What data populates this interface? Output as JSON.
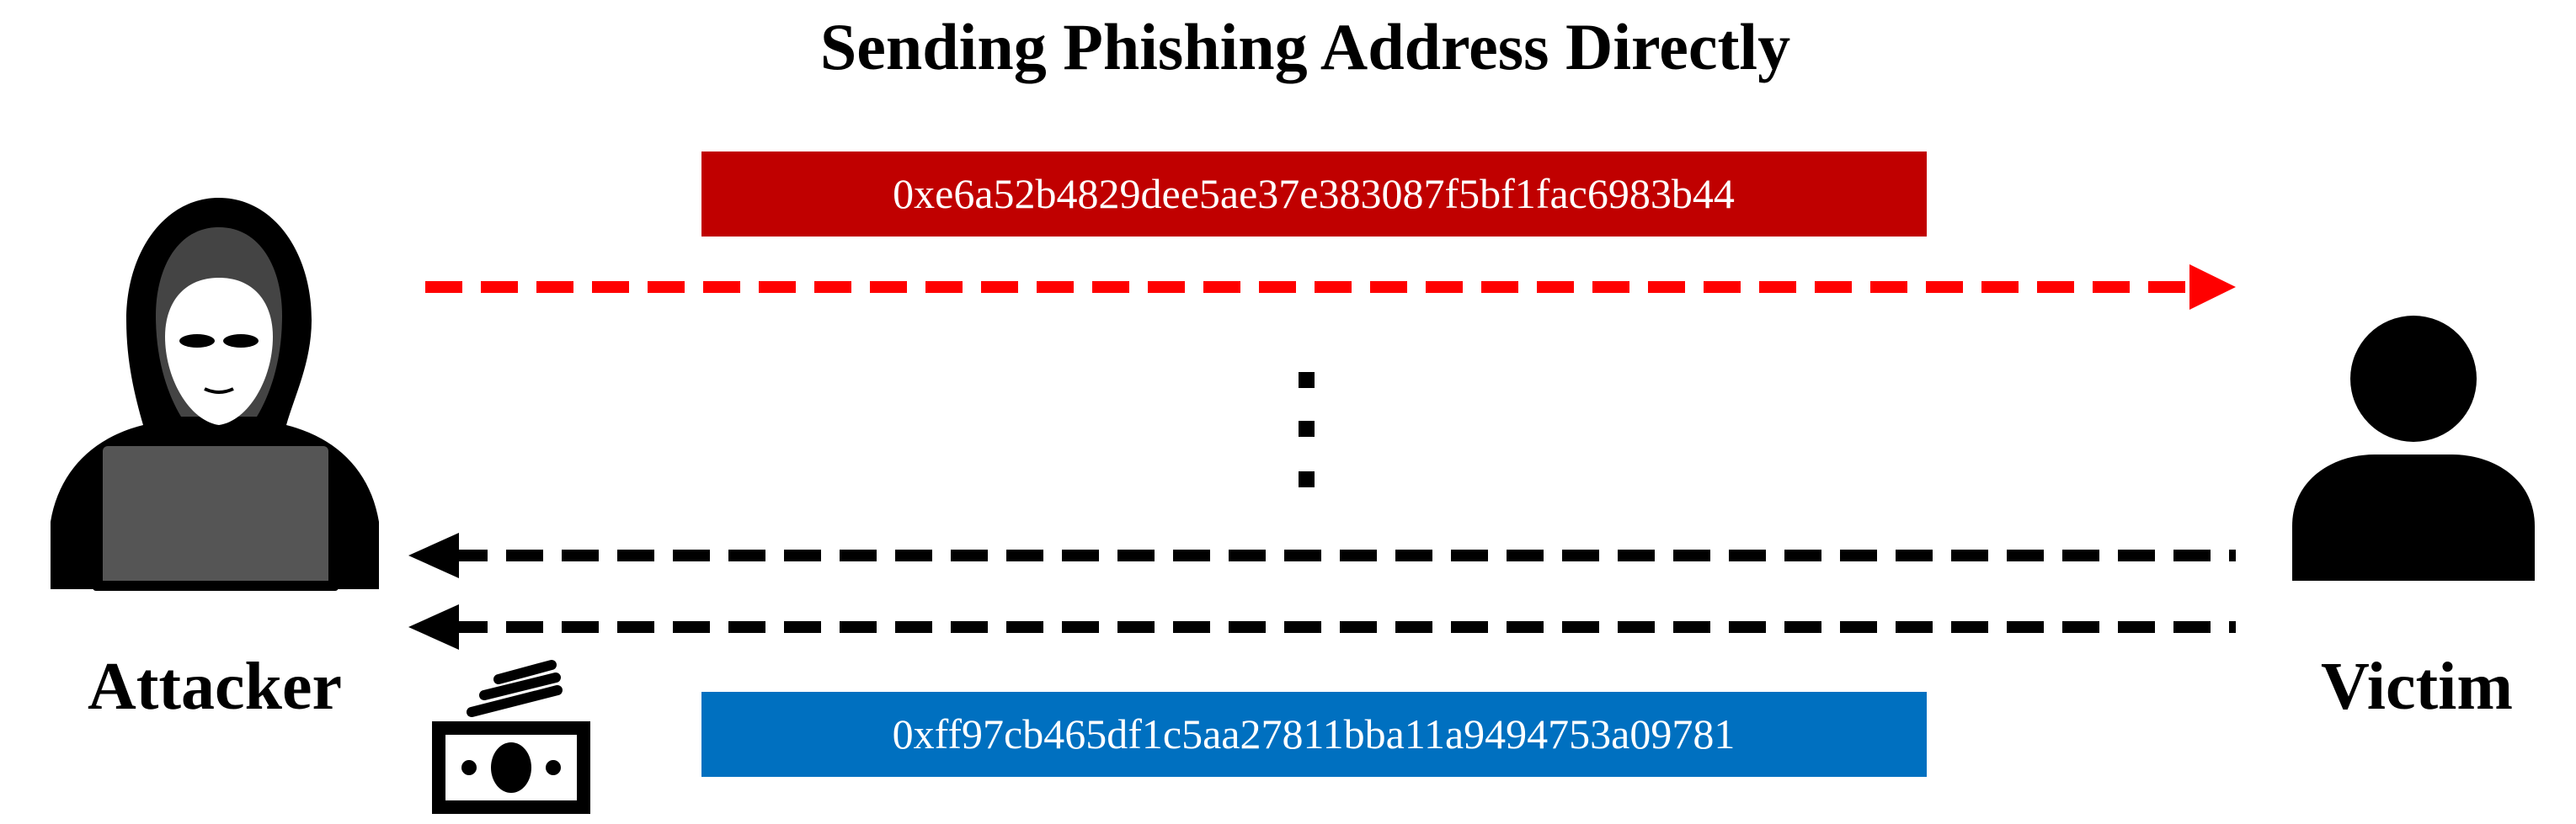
{
  "title": "Sending Phishing Address Directly",
  "attacker": {
    "label": "Attacker",
    "icon": "hacker-with-laptop-icon"
  },
  "victim": {
    "label": "Victim",
    "icon": "person-icon"
  },
  "money_icon": "cash-banknotes-icon",
  "phishing_address": {
    "text": "0xe6a52b4829dee5ae37e383087f5bf1fac6983b44",
    "bg_color": "#c00000"
  },
  "victim_address": {
    "text": "0xff97cb465df1c5aa27811bba11a9494753a09781",
    "bg_color": "#0070c0"
  },
  "arrows": {
    "to_victim_color": "#ff0000",
    "to_attacker_color": "#000000"
  }
}
